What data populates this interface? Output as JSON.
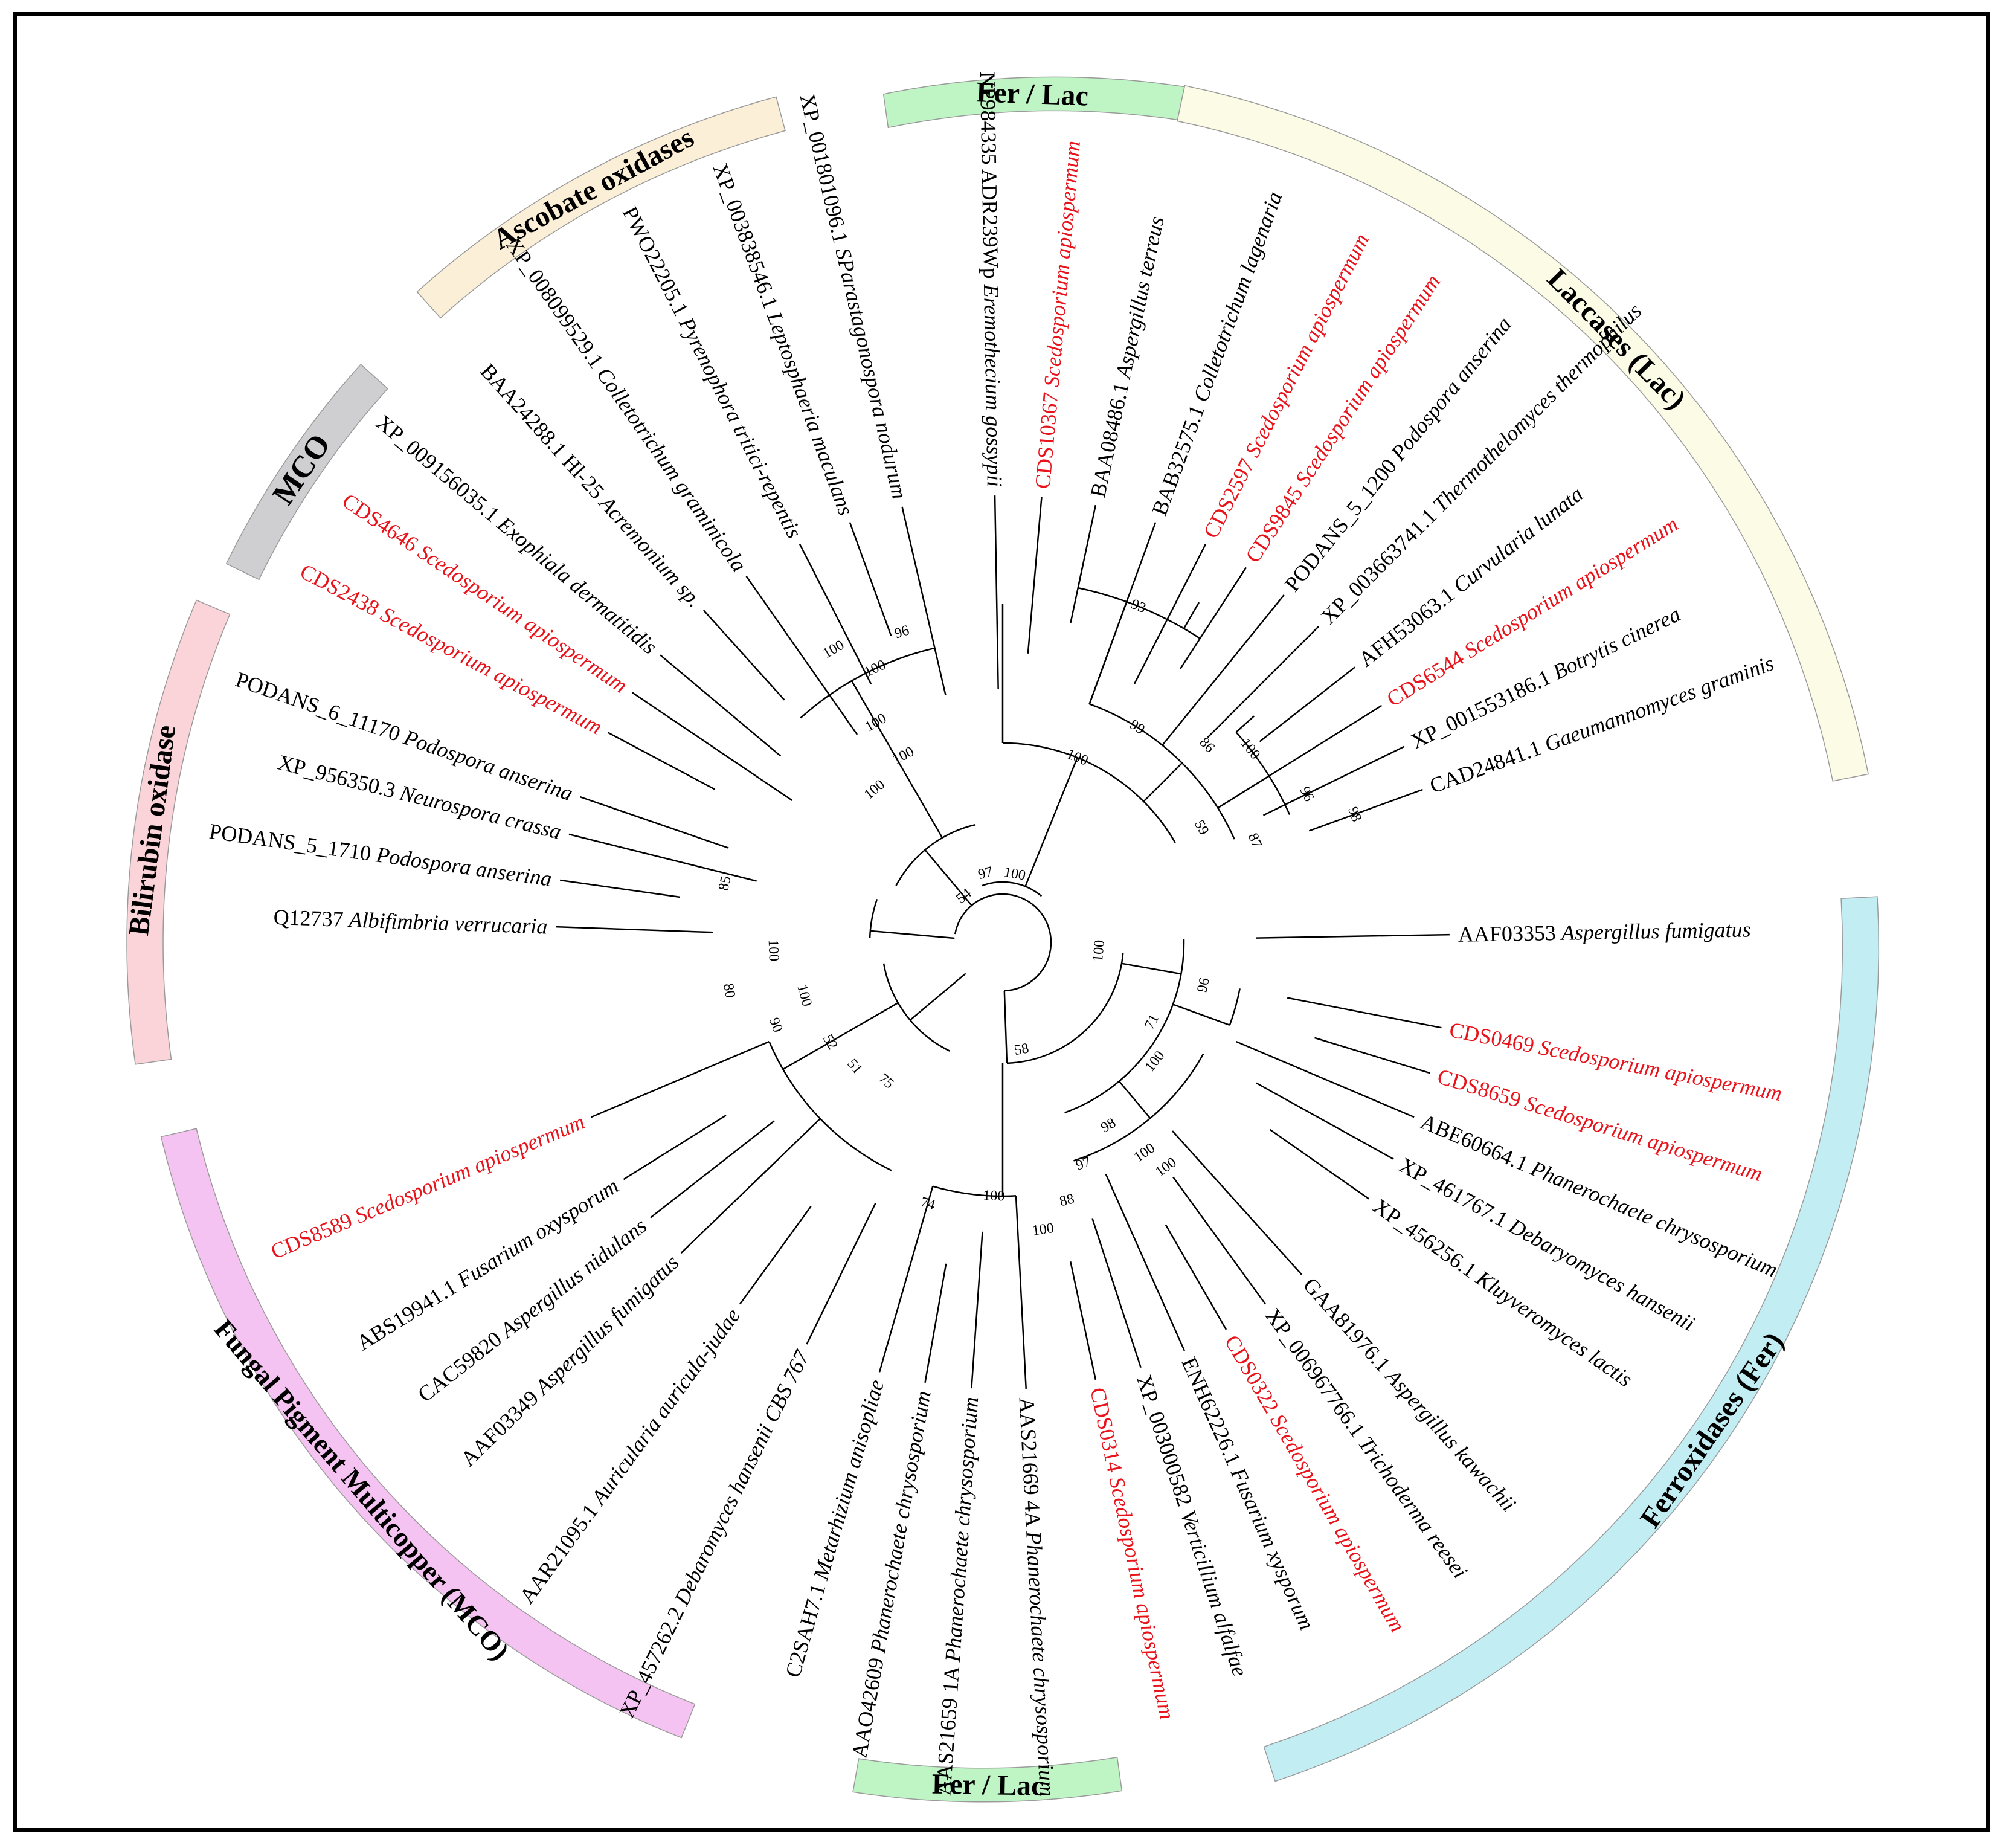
{
  "figure": {
    "type": "circular-phylogenetic-tree",
    "highlight_color": "#e8131b",
    "default_color": "#000000"
  },
  "bands": [
    {
      "label": "Fer / Lac",
      "color": "#bff5c4"
    },
    {
      "label": "Laccases (Lac)",
      "color": "#fbfbe6"
    },
    {
      "label": "Ferroxidases (Fer)",
      "color": "#c2eef3"
    },
    {
      "label": "Fer / Lac",
      "color": "#bff5c4"
    },
    {
      "label": "Fungal Pigment Multicopper (MCO)",
      "color": "#f5c3f1"
    },
    {
      "label": "Bilirubin oxidase",
      "color": "#fad4d8"
    },
    {
      "label": "MCO",
      "color": "#cfcfd1"
    },
    {
      "label": "Ascobate oxidases",
      "color": "#fbefd8"
    }
  ],
  "leaves": [
    {
      "id": "NP984335 ADR239Wp",
      "species": "Eremothecium gossypii",
      "highlight": false
    },
    {
      "id": "CDS10367",
      "species": "Scedosporium apiospermum",
      "highlight": true
    },
    {
      "id": "BAA08486.1",
      "species": "Aspergillus terreus",
      "highlight": false
    },
    {
      "id": "BAB32575.1",
      "species": "Colletotrichum lagenaria",
      "highlight": false
    },
    {
      "id": "CDS2597",
      "species": "Scedosporium apiospermum",
      "highlight": true
    },
    {
      "id": "CDS9845",
      "species": "Scedosporium apiospermum",
      "highlight": true
    },
    {
      "id": "PODANS_5_1200",
      "species": "Podospora anserina",
      "highlight": false
    },
    {
      "id": "XP_003663741.1",
      "species": "Thermothelomyces thermophilus",
      "highlight": false
    },
    {
      "id": "AFH53063.1",
      "species": "Curvularia lunata",
      "highlight": false
    },
    {
      "id": "CDS6544",
      "species": "Scedosporium apiospermum",
      "highlight": true
    },
    {
      "id": "XP_001553186.1",
      "species": "Botrytis cinerea",
      "highlight": false
    },
    {
      "id": "CAD24841.1",
      "species": "Gaeumannomyces graminis",
      "highlight": false
    },
    {
      "id": "AAF03353",
      "species": "Aspergillus fumigatus",
      "highlight": false
    },
    {
      "id": "CDS0469",
      "species": "Scedosporium apiospermum",
      "highlight": true
    },
    {
      "id": "CDS8659",
      "species": "Scedosporium apiospermum",
      "highlight": true
    },
    {
      "id": "ABE60664.1",
      "species": "Phanerochaete chrysosporium",
      "highlight": false
    },
    {
      "id": "XP_461767.1",
      "species": "Debaryomyces hansenii",
      "highlight": false
    },
    {
      "id": "XP_456256.1",
      "species": "Kluyveromyces lactis",
      "highlight": false
    },
    {
      "id": "GAA81976.1",
      "species": "Aspergillus kawachii",
      "highlight": false
    },
    {
      "id": "XP_006967766.1",
      "species": "Trichoderma reesei",
      "highlight": false
    },
    {
      "id": "CDS0322",
      "species": "Scedosporium apiospermum",
      "highlight": true
    },
    {
      "id": "ENH62226.1",
      "species": "Fusarium xysporum",
      "highlight": false
    },
    {
      "id": "XP_003000582",
      "species": "Verticillium alfalfae",
      "highlight": false
    },
    {
      "id": "CDS0314",
      "species": "Scedosporium apiospermum",
      "highlight": true
    },
    {
      "id": "AAS21669 4A",
      "species": "Phanerochaete chrysosporium",
      "highlight": false
    },
    {
      "id": "AAS21659 1A",
      "species": "Phanerochaete chrysosporium",
      "highlight": false
    },
    {
      "id": "AAO42609",
      "species": "Phanerochaete chrysosporium",
      "highlight": false
    },
    {
      "id": "C2SAH7.1",
      "species": "Metarhizium anisopliae",
      "highlight": false
    },
    {
      "id": "XP_457262.2",
      "species": "Debaromyces hansenii CBS 767",
      "highlight": false
    },
    {
      "id": "AAR21095.1",
      "species": "Auricularia auricula-judae",
      "highlight": false
    },
    {
      "id": "AAF03349",
      "species": "Aspergillus fumigatus",
      "highlight": false
    },
    {
      "id": "CAC59820",
      "species": "Aspergillus nidulans",
      "highlight": false
    },
    {
      "id": "ABS19941.1",
      "species": "Fusarium oxysporum",
      "highlight": false
    },
    {
      "id": "CDS8589",
      "species": "Scedosporium apiospermum",
      "highlight": true
    },
    {
      "id": "Q12737",
      "species": "Albifimbria verrucaria",
      "highlight": false
    },
    {
      "id": "PODANS_5_1710",
      "species": "Podospora anserina",
      "highlight": false
    },
    {
      "id": "XP_956350.3",
      "species": "Neurospora crassa",
      "highlight": false
    },
    {
      "id": "PODANS_6_11170",
      "species": "Podospora anserina",
      "highlight": false
    },
    {
      "id": "CDS2438",
      "species": "Scedosporium apiospermum",
      "highlight": true
    },
    {
      "id": "CDS4646",
      "species": "Scedosporium apiospermum",
      "highlight": true
    },
    {
      "id": "XP_009156035.1",
      "species": "Exophiala dermatitidis",
      "highlight": false
    },
    {
      "id": "BAA24288.1 Hl-25",
      "species": "Acremonium sp.",
      "highlight": false
    },
    {
      "id": "XP_008099529.1",
      "species": "Colletotrichum graminicola",
      "highlight": false
    },
    {
      "id": "PWO22205.1",
      "species": "Pyrenophora tritici-repentis",
      "highlight": false
    },
    {
      "id": "XP_003838546.1",
      "species": "Leptosphaeria maculans",
      "highlight": false
    },
    {
      "id": "XP_001801096.1",
      "species": "SParastagonospora nodurum",
      "highlight": false
    }
  ],
  "bootstrap": [
    "100",
    "97",
    "54",
    "58",
    "75",
    "100",
    "100",
    "100",
    "96",
    "100",
    "100",
    "100",
    "93",
    "99",
    "86",
    "100",
    "59",
    "87",
    "96",
    "98",
    "100",
    "96",
    "71",
    "100",
    "100",
    "100",
    "98",
    "97",
    "88",
    "100",
    "100",
    "74",
    "51",
    "52",
    "100",
    "90",
    "80",
    "100",
    "85"
  ]
}
